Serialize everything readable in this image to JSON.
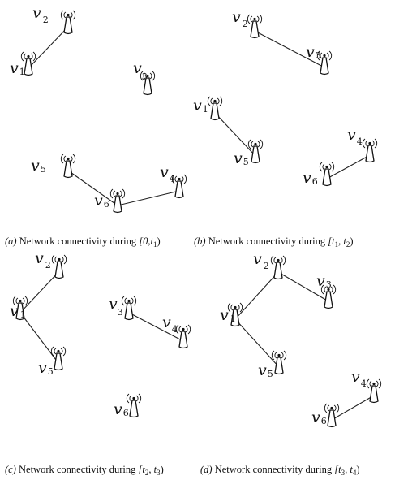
{
  "panels": [
    {
      "id": "a",
      "caption": {
        "label": "(a)",
        "text": "Network connectivity during",
        "interval": "[0,t",
        "interval_sub": "1",
        "interval_close": ")"
      },
      "nodes": [
        {
          "id": "v1",
          "name": "v",
          "sub": "1"
        },
        {
          "id": "v2",
          "name": "v",
          "sub": "2"
        },
        {
          "id": "v3",
          "name": "v",
          "sub": "3"
        },
        {
          "id": "v4",
          "name": "v",
          "sub": "4"
        },
        {
          "id": "v5",
          "name": "v",
          "sub": "5"
        },
        {
          "id": "v6",
          "name": "v",
          "sub": "6"
        }
      ],
      "edges": [
        [
          "v1",
          "v2"
        ],
        [
          "v5",
          "v6"
        ],
        [
          "v6",
          "v4"
        ]
      ]
    },
    {
      "id": "b",
      "caption": {
        "label": "(b)",
        "text": "Network connectivity during",
        "interval": "[t",
        "interval_sub": "1",
        "interval_mid": ", t",
        "interval_sub2": "2",
        "interval_close": ")"
      },
      "nodes": [
        {
          "id": "v1",
          "name": "v",
          "sub": "1"
        },
        {
          "id": "v2",
          "name": "v",
          "sub": "2"
        },
        {
          "id": "v3",
          "name": "v",
          "sub": "3"
        },
        {
          "id": "v4",
          "name": "v",
          "sub": "4"
        },
        {
          "id": "v5",
          "name": "v",
          "sub": "5"
        },
        {
          "id": "v6",
          "name": "v",
          "sub": "6"
        }
      ],
      "edges": [
        [
          "v2",
          "v3"
        ],
        [
          "v1",
          "v5"
        ],
        [
          "v6",
          "v4"
        ]
      ]
    },
    {
      "id": "c",
      "caption": {
        "label": "(c)",
        "text": "Network connectivity during",
        "interval": "[t",
        "interval_sub": "2",
        "interval_mid": ", t",
        "interval_sub2": "3",
        "interval_close": ")"
      },
      "nodes": [
        {
          "id": "v1",
          "name": "v",
          "sub": "1"
        },
        {
          "id": "v2",
          "name": "v",
          "sub": "2"
        },
        {
          "id": "v3",
          "name": "v",
          "sub": "3"
        },
        {
          "id": "v4",
          "name": "v",
          "sub": "4"
        },
        {
          "id": "v5",
          "name": "v",
          "sub": "5"
        },
        {
          "id": "v6",
          "name": "v",
          "sub": "6"
        }
      ],
      "edges": [
        [
          "v1",
          "v2"
        ],
        [
          "v1",
          "v5"
        ],
        [
          "v3",
          "v4"
        ]
      ]
    },
    {
      "id": "d",
      "caption": {
        "label": "(d)",
        "text": "Network connectivity during",
        "interval": "[t",
        "interval_sub": "3",
        "interval_mid": ", t",
        "interval_sub2": "4",
        "interval_close": ")"
      },
      "nodes": [
        {
          "id": "v1",
          "name": "v",
          "sub": "1"
        },
        {
          "id": "v2",
          "name": "v",
          "sub": "2"
        },
        {
          "id": "v3",
          "name": "v",
          "sub": "3"
        },
        {
          "id": "v4",
          "name": "v",
          "sub": "4"
        },
        {
          "id": "v5",
          "name": "v",
          "sub": "5"
        },
        {
          "id": "v6",
          "name": "v",
          "sub": "6"
        }
      ],
      "edges": [
        [
          "v1",
          "v2"
        ],
        [
          "v2",
          "v3"
        ],
        [
          "v1",
          "v5"
        ],
        [
          "v6",
          "v4"
        ]
      ]
    }
  ]
}
